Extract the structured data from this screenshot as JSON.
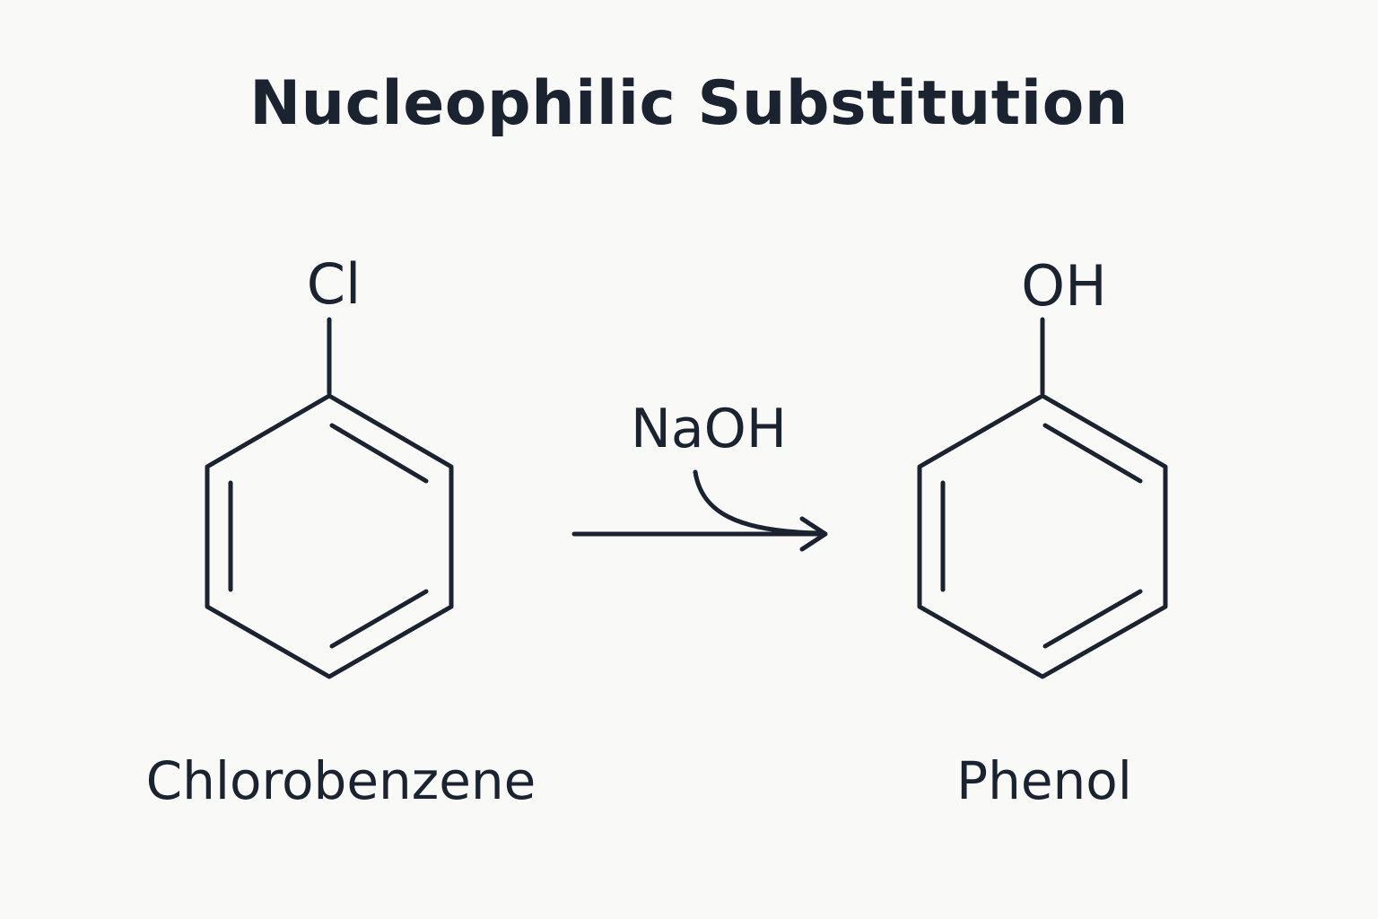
{
  "title": "Nucleophilic Substitution",
  "reactant": {
    "substituent": "Cl",
    "name": "Chlorobenzene"
  },
  "reagent": {
    "label": "NaOH"
  },
  "product": {
    "substituent": "OH",
    "name": "Phenol"
  },
  "colors": {
    "ink": "#1c2330",
    "background": "#f9f9f8"
  }
}
